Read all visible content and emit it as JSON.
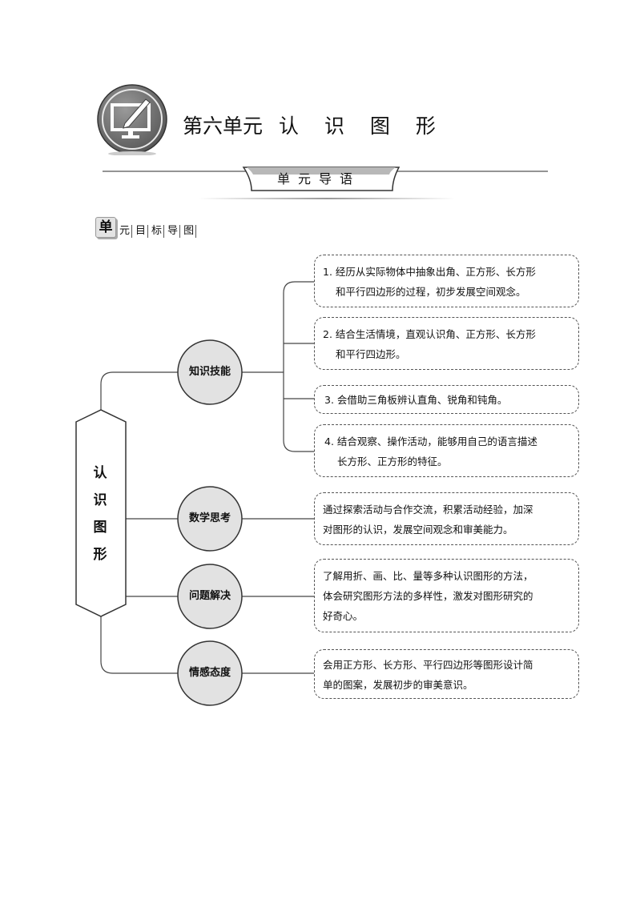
{
  "header": {
    "unit_number": "第六单元",
    "unit_name": "认 识 图 形",
    "banner": "单元导语",
    "icon": "monitor-pen-icon"
  },
  "section": {
    "first_char": "单",
    "rest_chars": [
      "元",
      "目",
      "标",
      "导",
      "图"
    ]
  },
  "mindmap": {
    "root": [
      "认",
      "识",
      "图",
      "形"
    ],
    "nodes": [
      {
        "label": "知识技能"
      },
      {
        "label": "数学思考"
      },
      {
        "label": "问题解决"
      },
      {
        "label": "情感态度"
      }
    ],
    "knowledge_items": [
      {
        "line1": "1. 经历从实际物体中抽象出角、正方形、长方形",
        "line2": "和平行四边形的过程，初步发展空间观念。"
      },
      {
        "line1": "2. 结合生活情境，直观认识角、正方形、长方形",
        "line2": "和平行四边形。"
      },
      {
        "line1": "3. 会借助三角板辨认直角、锐角和钝角。"
      },
      {
        "line1": "4. 结合观察、操作活动，能够用自己的语言描述",
        "line2": "长方形、正方形的特征。"
      }
    ],
    "thinking": {
      "line1": "通过探索活动与合作交流，积累活动经验，加深",
      "line2": "对图形的认识，发展空间观念和审美能力。"
    },
    "problem": {
      "line1": "了解用折、画、比、量等多种认识图形的方法，",
      "line2": "体会研究图形方法的多样性，激发对图形研究的",
      "line3": "好奇心。"
    },
    "attitude": {
      "line1": "会用正方形、长方形、平行四边形等图形设计简",
      "line2": "单的图案，发展初步的审美意识。"
    }
  }
}
